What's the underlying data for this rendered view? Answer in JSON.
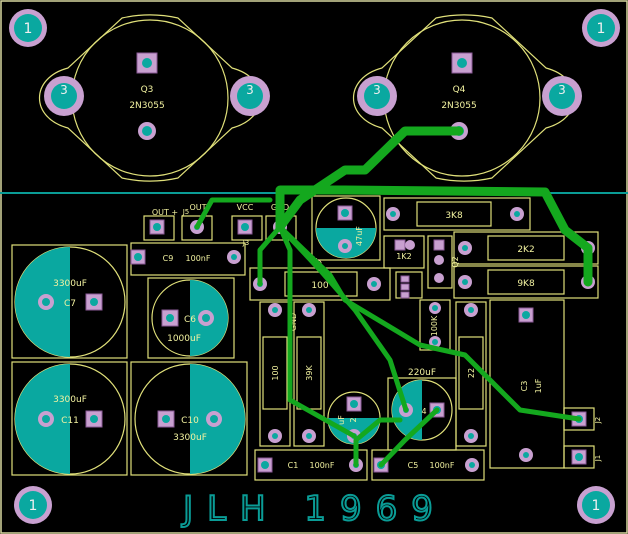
{
  "colors": {
    "background": "#000000",
    "copper_trace": "#14a81e",
    "pad": "#c8a0d0",
    "pad_hole": "#0aa8a0",
    "silkscreen": "#f2f2a0",
    "board_edge": "#0a9c96"
  },
  "board": {
    "title": "JLH 1969"
  },
  "mounting_holes": [
    {
      "label": "1"
    },
    {
      "label": "1"
    },
    {
      "label": "1"
    },
    {
      "label": "1"
    }
  ],
  "transistors": [
    {
      "ref": "Q3",
      "part": "2N3055",
      "tab_label": "3"
    },
    {
      "ref": "Q4",
      "part": "2N3055",
      "tab_label": "3"
    }
  ],
  "connectors": {
    "out_plus": "OUT +",
    "out": "OUT",
    "vcc": "VCC",
    "gnd": "GND",
    "j5": "J5",
    "j3": "J3",
    "j2": "J2",
    "j1": "J1"
  },
  "components": {
    "c9": {
      "ref": "C9",
      "value": "100nF"
    },
    "c7": {
      "ref": "C7",
      "value": "3300uF"
    },
    "c11": {
      "ref": "C11",
      "value": "3300uF"
    },
    "c10": {
      "ref": "C10",
      "value": "3300uF"
    },
    "c6": {
      "ref": "C6",
      "value": "1000uF"
    },
    "c1": {
      "ref": "C1",
      "value": "100nF"
    },
    "c5": {
      "ref": "C5",
      "value": "100nF"
    },
    "c3": {
      "ref": "C3",
      "value": "1uF"
    },
    "c8": {
      "ref": "C8",
      "value": "47uF"
    },
    "c4": {
      "ref": "4",
      "value": "220uF"
    },
    "c2": {
      "ref": "2",
      "value": "uF"
    },
    "r_3k8": {
      "value": "3K8"
    },
    "r_2k2": {
      "value": "2K2"
    },
    "r_9k8": {
      "value": "9K8"
    },
    "r_1k2": {
      "value": "1K2"
    },
    "r_100_top": {
      "value": "100"
    },
    "r_100_vert": {
      "value": "100"
    },
    "r_39k": {
      "value": "39K"
    },
    "r_100k": {
      "value": "100K"
    },
    "r_22": {
      "value": "22"
    },
    "gnd_label_1": "GND",
    "gnd_label_2": "GND",
    "gnd_label_3": "GND",
    "q2": "Q2"
  }
}
